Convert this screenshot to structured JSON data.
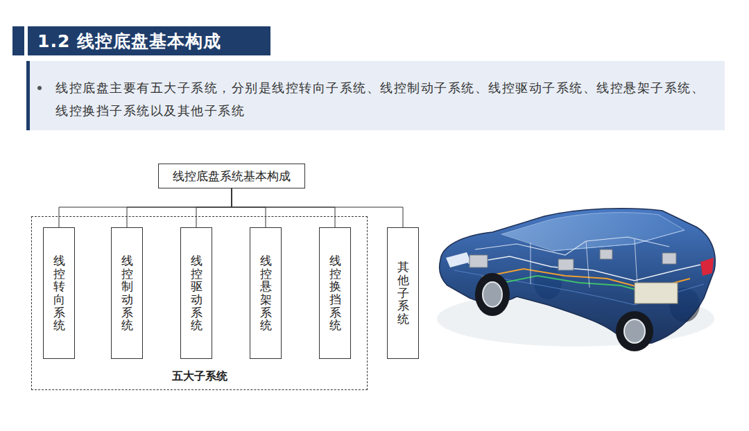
{
  "diagram": {
    "title": "1.2 线控底盘基本构成",
    "nodes": [
      {
        "text": [
          "线控底盘主要有五大子系统，分别是线控转向子系统、线控制动子系统、线控驱动子系统、线控悬架子系统、线控换挡子系统以及其他子系统"
        ]
      },
      {
        "text": [
          "线控底盘系统基本构成"
        ]
      },
      {
        "text": [
          "五大子系统"
        ]
      },
      {
        "text": [
          "线控转向系统"
        ],
        "in": 2
      },
      {
        "text": [
          "线控制动系统"
        ],
        "in": 2
      },
      {
        "text": [
          "线控驱动系统"
        ],
        "in": 2
      },
      {
        "text": [
          "线控悬架系统"
        ],
        "in": 2
      },
      {
        "text": [
          "线控换挡系统"
        ],
        "in": 2
      },
      {
        "text": [
          "其他子系统"
        ]
      }
    ],
    "edges": [
      {
        "from": 1,
        "to": 3,
        "arrow": "none"
      },
      {
        "from": 1,
        "to": 4,
        "arrow": "none"
      },
      {
        "from": 1,
        "to": 5,
        "arrow": "none"
      },
      {
        "from": 1,
        "to": 6,
        "arrow": "none"
      },
      {
        "from": 1,
        "to": 7,
        "arrow": "none"
      },
      {
        "from": 1,
        "to": 8,
        "arrow": "none"
      }
    ]
  }
}
